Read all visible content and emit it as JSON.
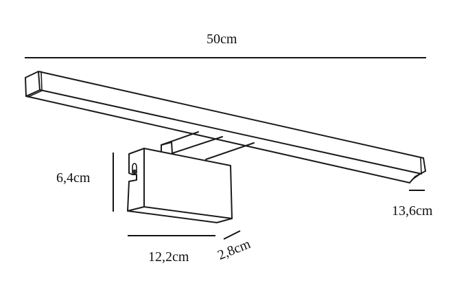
{
  "diagram": {
    "type": "product-dimension-drawing",
    "subject": "wall lamp (bar light with mounting box)",
    "dimensions": {
      "width": "50cm",
      "height": "6,4cm",
      "box_width": "12,2cm",
      "box_depth": "2,8cm",
      "projection": "13,6cm"
    },
    "colors": {
      "line": "#1a1a1a",
      "background": "#ffffff"
    }
  }
}
